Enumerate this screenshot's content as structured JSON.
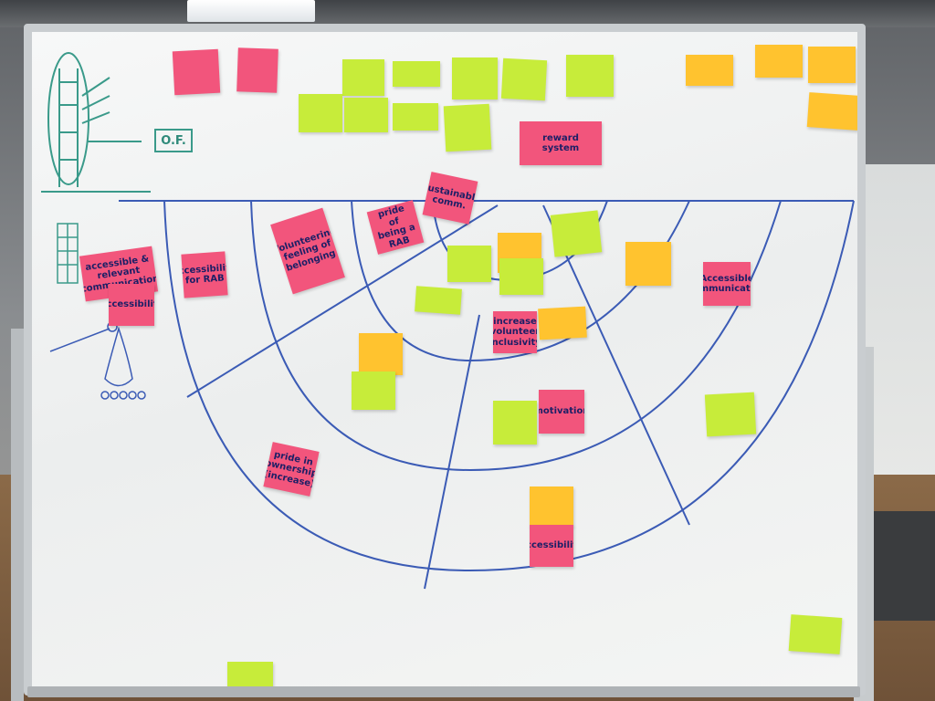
{
  "board": {
    "label_of": "O.F.",
    "notes": [
      {
        "id": "p1",
        "color": "pink",
        "text": "",
        "big": false
      },
      {
        "id": "p2",
        "color": "pink",
        "text": "",
        "big": false
      },
      {
        "id": "g1",
        "color": "green",
        "text": "",
        "big": false
      },
      {
        "id": "g2",
        "color": "green",
        "text": "",
        "big": false
      },
      {
        "id": "g3",
        "color": "green",
        "text": "",
        "big": false
      },
      {
        "id": "g4",
        "color": "green",
        "text": "",
        "big": false
      },
      {
        "id": "g5",
        "color": "green",
        "text": "",
        "big": false
      },
      {
        "id": "g6",
        "color": "green",
        "text": "",
        "big": false
      },
      {
        "id": "g7",
        "color": "green",
        "text": "",
        "big": false
      },
      {
        "id": "g8",
        "color": "green",
        "text": "",
        "big": false
      },
      {
        "id": "g9",
        "color": "green",
        "text": "",
        "big": false
      },
      {
        "id": "p3",
        "color": "pink",
        "text": "reward system",
        "big": true
      },
      {
        "id": "o1",
        "color": "orange",
        "text": "",
        "big": false
      },
      {
        "id": "o2",
        "color": "orange",
        "text": "",
        "big": false
      },
      {
        "id": "o3",
        "color": "orange",
        "text": "",
        "big": false
      },
      {
        "id": "o4",
        "color": "orange",
        "text": "",
        "big": false
      },
      {
        "id": "p4",
        "color": "pink",
        "text": "Sustainable comm.",
        "big": true
      },
      {
        "id": "p5",
        "color": "pink",
        "text": "pride of being a RAB",
        "big": true
      },
      {
        "id": "p6",
        "color": "pink",
        "text": "Volunteering feeling of belonging",
        "big": true
      },
      {
        "id": "p7",
        "color": "pink",
        "text": "accessibility for RAB",
        "big": true
      },
      {
        "id": "p8",
        "color": "pink",
        "text": "accessible & relevant communication",
        "big": true
      },
      {
        "id": "p9",
        "color": "pink",
        "text": "Accessibility",
        "big": true
      },
      {
        "id": "g10",
        "color": "green",
        "text": "",
        "big": false
      },
      {
        "id": "o5",
        "color": "orange",
        "text": "",
        "big": false
      },
      {
        "id": "g11",
        "color": "green",
        "text": "",
        "big": false
      },
      {
        "id": "g12",
        "color": "green",
        "text": "",
        "big": false
      },
      {
        "id": "o6",
        "color": "orange",
        "text": "",
        "big": false
      },
      {
        "id": "p10",
        "color": "pink",
        "text": "Accessible communication",
        "big": true
      },
      {
        "id": "g13",
        "color": "green",
        "text": "",
        "big": false
      },
      {
        "id": "p11",
        "color": "pink",
        "text": "increase volunteer inclusivity",
        "big": true
      },
      {
        "id": "o7",
        "color": "orange",
        "text": "",
        "big": false
      },
      {
        "id": "o8",
        "color": "orange",
        "text": "",
        "big": false
      },
      {
        "id": "g14",
        "color": "green",
        "text": "",
        "big": false
      },
      {
        "id": "g15",
        "color": "green",
        "text": "",
        "big": false
      },
      {
        "id": "p12",
        "color": "pink",
        "text": "motivation",
        "big": true
      },
      {
        "id": "g16",
        "color": "green",
        "text": "",
        "big": false
      },
      {
        "id": "p13",
        "color": "pink",
        "text": "pride in ownership (increase)",
        "big": true
      },
      {
        "id": "o9",
        "color": "orange",
        "text": "",
        "big": false
      },
      {
        "id": "p14",
        "color": "pink",
        "text": "accessibility",
        "big": true
      },
      {
        "id": "g17",
        "color": "green",
        "text": "",
        "big": false
      },
      {
        "id": "g18",
        "color": "green",
        "text": "",
        "big": false
      }
    ]
  },
  "colors": {
    "pink": "#f2557c",
    "green": "#c7ec3a",
    "orange": "#ffc32f",
    "marker_blue": "#3b5bb5",
    "marker_teal": "#3a9a8a"
  }
}
